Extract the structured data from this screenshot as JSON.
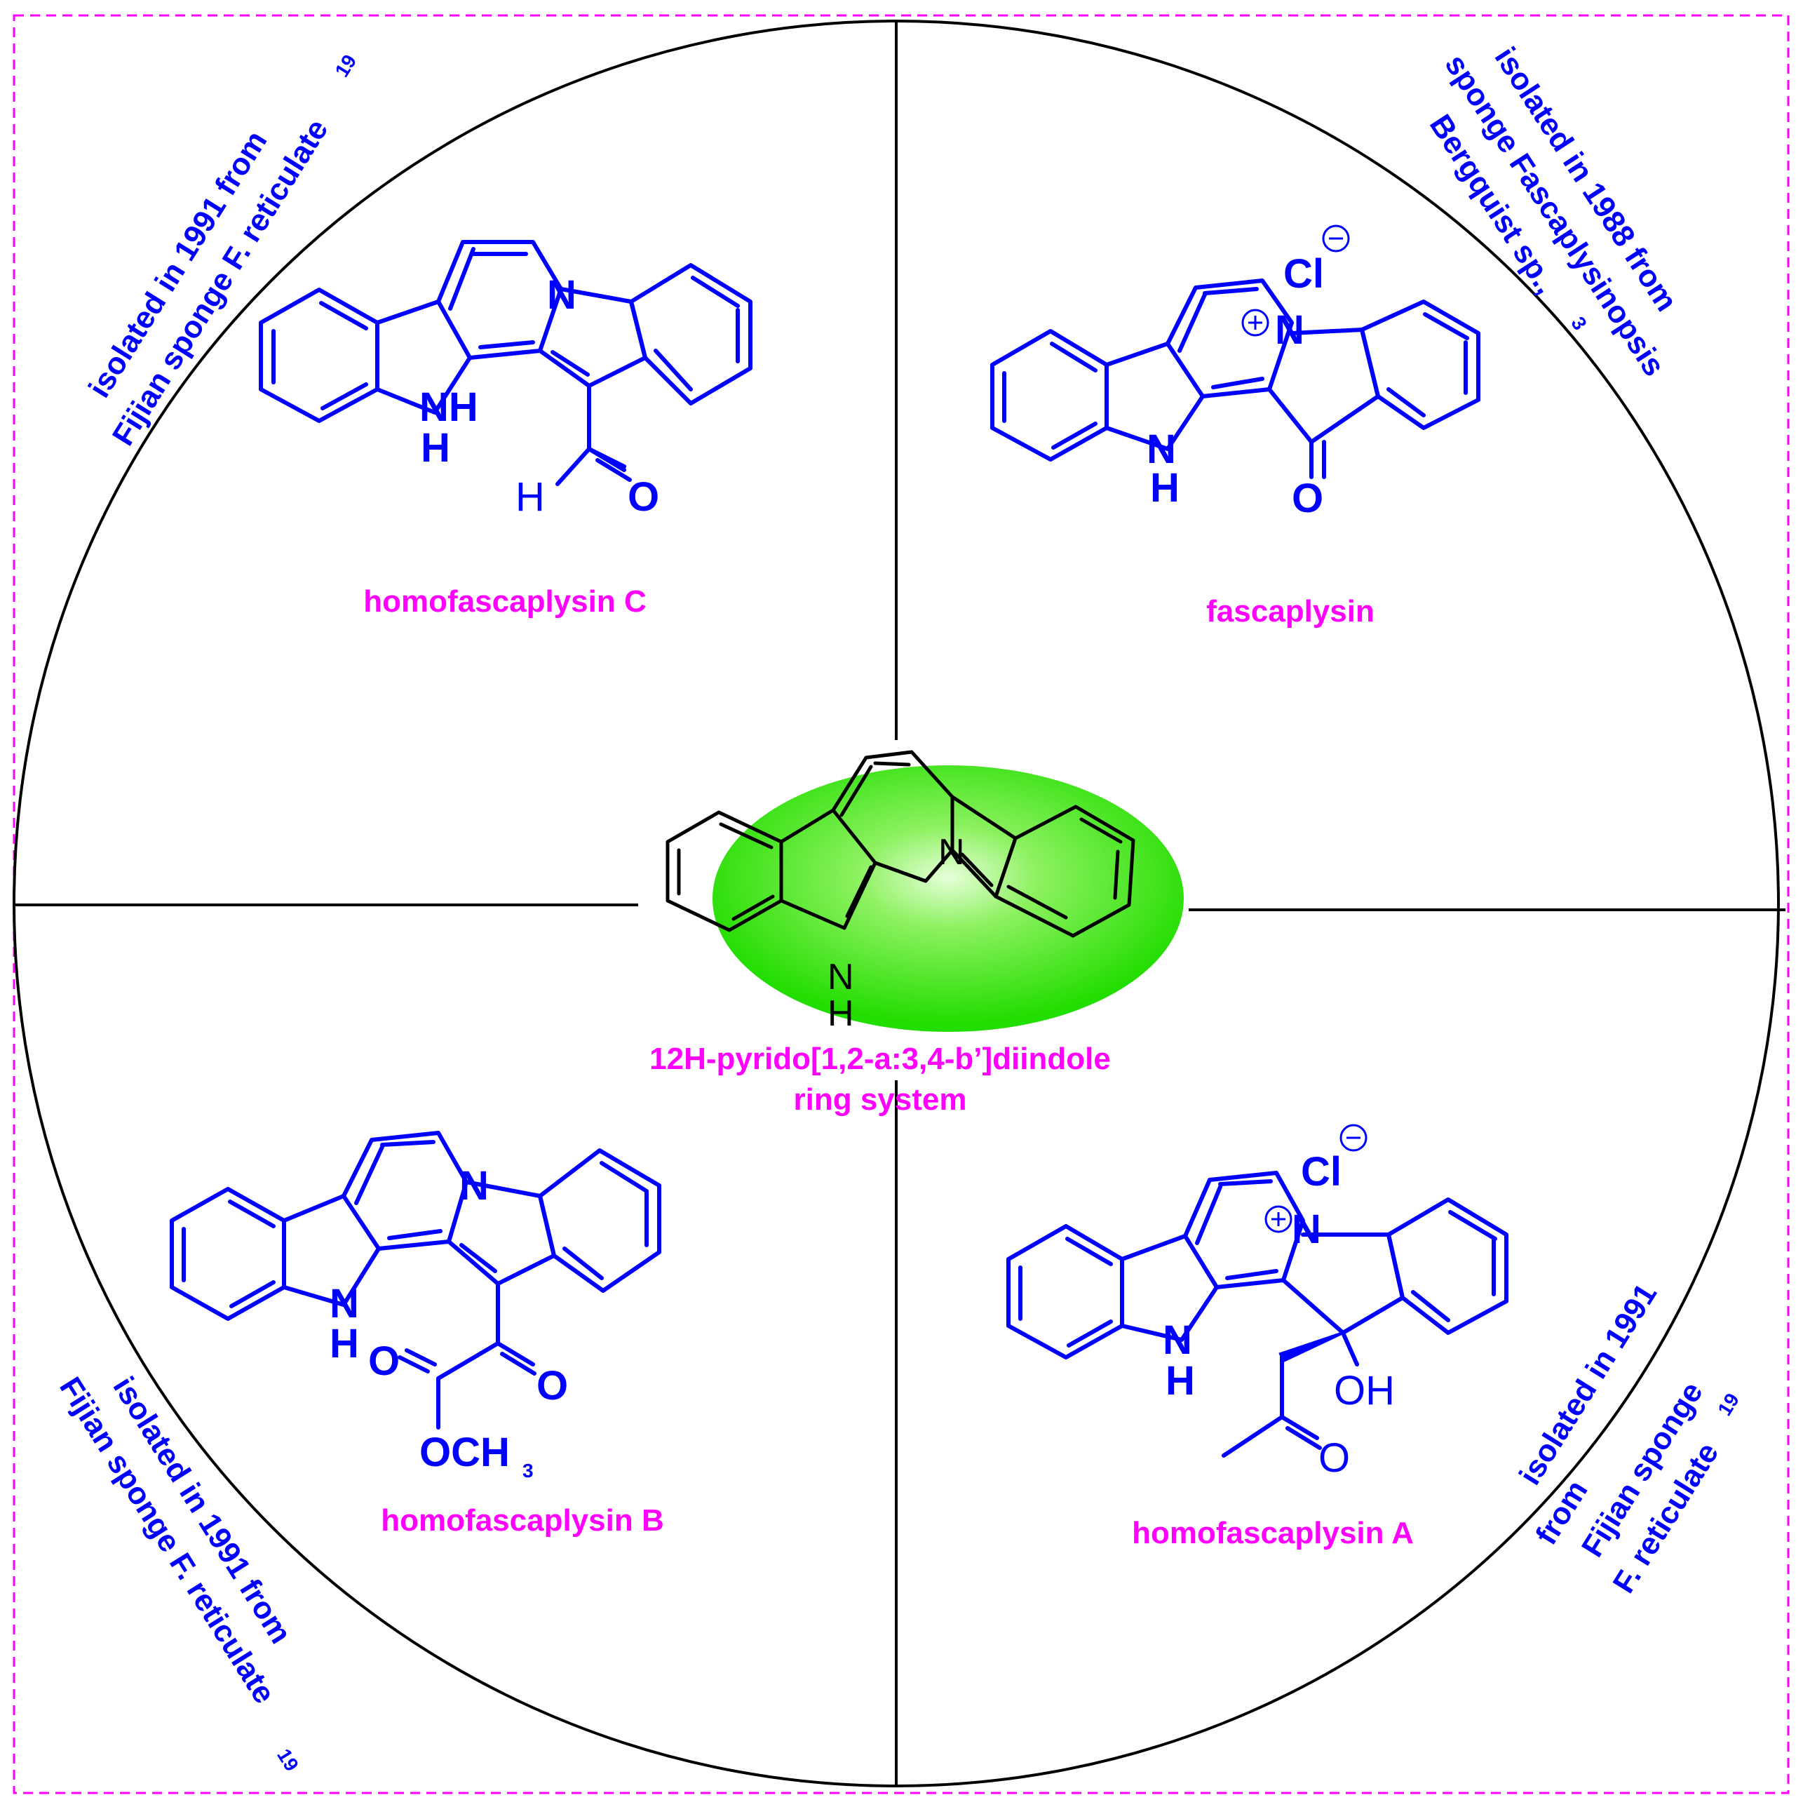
{
  "colors": {
    "structure": "#0000ff",
    "label": "#ff00ff",
    "frame": "#ff00ff",
    "core_fill": "#22dd00",
    "core_bonds": "#000000"
  },
  "center": {
    "name_line1": "12H-pyrido[1,2-a:3,4-b’]diindole",
    "name_line2": "ring system",
    "atoms": {
      "n": "N",
      "nh_n": "N",
      "nh_h": "H"
    }
  },
  "quadrants": {
    "top_left": {
      "compound": "homofascaplysin C",
      "note_line1": "isolated in 1991 from",
      "note_line2": "Fijian sponge F. reticulate",
      "note_ref": "19",
      "atoms": {
        "n": "N",
        "nh_n": "NH",
        "nh_h": "H",
        "h": "H",
        "o": "O"
      }
    },
    "top_right": {
      "compound": "fascaplysin",
      "note_line1": "isolated in 1988 from",
      "note_line2": "sponge Fascaplysinopsis",
      "note_line3": "Bergquist sp.,",
      "note_ref": "3",
      "atoms": {
        "n": "N",
        "nh_n": "N",
        "nh_h": "H",
        "o": "O",
        "cl": "Cl"
      }
    },
    "bottom_left": {
      "compound": "homofascaplysin B",
      "note_line1": "isolated in 1991 from",
      "note_line2": "Fijian sponge F. reticulate",
      "note_ref": "19",
      "atoms": {
        "n": "N",
        "nh_n": "N",
        "nh_h": "H",
        "o1": "O",
        "o2": "O",
        "och3": "OCH",
        "sub3": "3"
      }
    },
    "bottom_right": {
      "compound": "homofascaplysin A",
      "note_line1": "isolated in 1991",
      "note_line2": "from",
      "note_line3": "Fijian sponge",
      "note_line4": "F. reticulate",
      "note_ref": "19",
      "atoms": {
        "n": "N",
        "nh_n": "N",
        "nh_h": "H",
        "oh": "OH",
        "o": "O",
        "cl": "Cl"
      }
    }
  }
}
